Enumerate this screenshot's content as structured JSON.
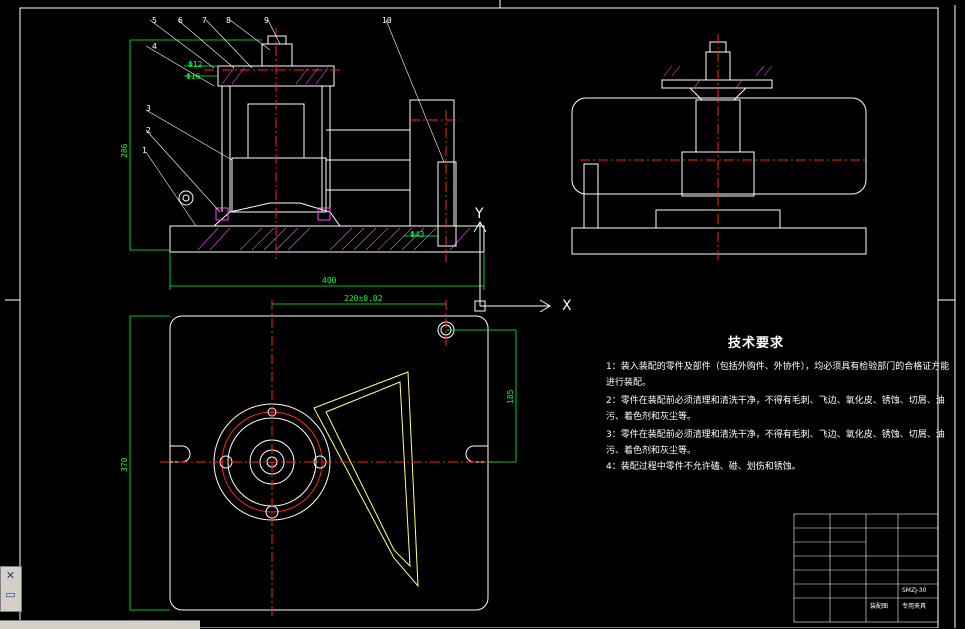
{
  "drawing": {
    "title_requirements": "技术要求",
    "requirements": [
      "1：装入装配的零件及部件（包括外购件、外协件），均必须具有检验部门的合格证方能",
      "进行装配。",
      "2：零件在装配前必须清理和清洗干净，不得有毛刺、飞边、氧化皮、锈蚀、切屑、油",
      "污、着色剂和灰尘等。",
      "3：零件在装配前必须清理和清洗干净，不得有毛刺、飞边、氧化皮、锈蚀、切屑、油",
      "污、着色剂和灰尘等。",
      "4：装配过程中零件不允许磕、碰、划伤和锈蚀。"
    ],
    "dims": {
      "width_400": "400",
      "height_286": "286",
      "dim_220": "220±0.02",
      "dim_370": "370",
      "dim_185": "185",
      "phi12": "Φ12",
      "phi16": "Φ16",
      "phi43": "Φ43"
    },
    "axes": {
      "x": "X",
      "y": "Y"
    },
    "balloons": [
      "5",
      "6",
      "7",
      "8",
      "9",
      "10",
      "4",
      "3",
      "2",
      "1"
    ],
    "title_block": {
      "drawing_no": "SMZJ-30",
      "label_a": "装配图",
      "label_b": "专用夹具"
    }
  },
  "toolbar": {
    "icon1": "x-axis-icon",
    "icon2": "layout-icon"
  },
  "colors": {
    "background": "#000000",
    "outline": "#ffffff",
    "center": "#ff2020",
    "dimension": "#00ff40",
    "hatch": "#ff00ff",
    "slot": "#ffff80"
  }
}
